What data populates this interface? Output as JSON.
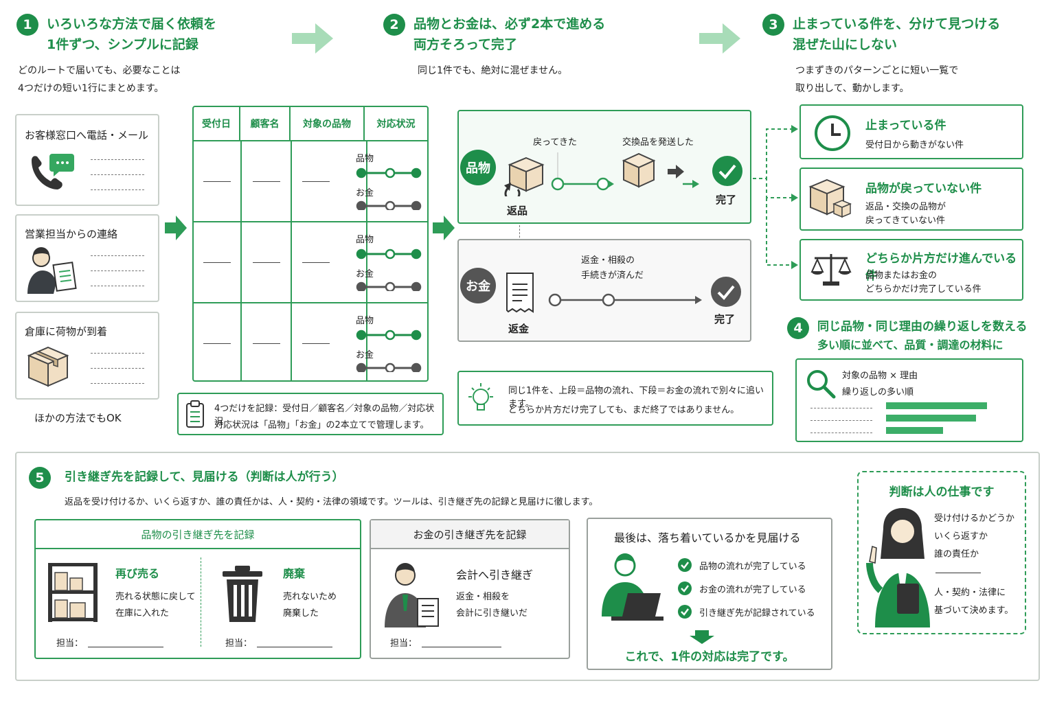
{
  "steps": [
    {
      "num": "1",
      "title1": "いろいろな方法で届く依頼を",
      "title2": "1件ずつ、シンプルに記録",
      "sub1": "どのルートで届いても、必要なことは",
      "sub2": "4つだけの短い1行にまとめます。"
    },
    {
      "num": "2",
      "title1": "品物とお金は、必ず2本で進める",
      "title2": "両方そろって完了",
      "sub1": "同じ1件でも、絶対に混ぜません。",
      "sub2": ""
    },
    {
      "num": "3",
      "title1": "止まっている件を、分けて見つける",
      "title2": "混ぜた山にしない",
      "sub1": "つまずきのパターンごとに短い一覧で",
      "sub2": "取り出して、動かします。"
    }
  ],
  "channels": [
    {
      "label": "お客様窓口へ電話・メール",
      "icon": "phone-chat-icon"
    },
    {
      "label": "営業担当からの連絡",
      "icon": "sales-person-icon"
    },
    {
      "label": "倉庫に荷物が到着",
      "icon": "package-icon"
    }
  ],
  "channels_other": "ほかの方法でもOK",
  "table": {
    "headers": [
      "受付日",
      "顧客名",
      "対象の品物",
      "対応状況"
    ],
    "status_goods": "品物",
    "status_money": "お金",
    "dash": "——"
  },
  "table_note": {
    "line1": "4つだけを記録：受付日／顧客名／対象の品物／対応状況",
    "line2": "対応状況は「品物」「お金」の2本立てで管理します。"
  },
  "flow": {
    "goods_tag": "品物",
    "goods_start": "返品",
    "goods_step1": "戻ってきた",
    "goods_step2": "交換品を発送した",
    "goods_done": "完了",
    "money_tag": "お金",
    "money_start": "返金",
    "money_step1a": "返金・相殺の",
    "money_step1b": "手続きが済んだ",
    "money_done": "完了"
  },
  "flow_note": {
    "line1": "同じ1件を、上段＝品物の流れ、下段＝お金の流れで別々に追います。",
    "line2": "どちらか片方だけ完了しても、まだ終了ではありません。"
  },
  "lists": [
    {
      "title": "止まっている件",
      "desc1": "受付日から動きがない件",
      "desc2": "",
      "icon": "clock-icon"
    },
    {
      "title": "品物が戻っていない件",
      "desc1": "返品・交換の品物が",
      "desc2": "戻ってきていない件",
      "icon": "boxes-icon"
    },
    {
      "title": "どちらか片方だけ進んでいる件",
      "desc1": "品物またはお金の",
      "desc2": "どちらかだけ完了している件",
      "icon": "scale-icon"
    }
  ],
  "step4": {
    "num": "4",
    "title1": "同じ品物・同じ理由の繰り返しを数える",
    "title2": "多い順に並べて、品質・調達の材料に",
    "card_line1": "対象の品物 × 理由",
    "card_line2": "繰り返しの多い順",
    "bars": [
      0.92,
      0.82,
      0.52
    ]
  },
  "step5": {
    "num": "5",
    "title": "引き継ぎ先を記録して、見届ける（判断は人が行う）",
    "sub": "返品を受け付けるか、いくら返すか、誰の責任かは、人・契約・法律の領域です。ツールは、引き継ぎ先の記録と見届けに徹します。",
    "goods_box_title": "品物の引き継ぎ先を記録",
    "resell_title": "再び売る",
    "resell_desc1": "売れる状態に戻して",
    "resell_desc2": "在庫に入れた",
    "dispose_title": "廃棄",
    "dispose_desc1": "売れないため",
    "dispose_desc2": "廃棄した",
    "owner_label": "担当：",
    "money_box_title": "お金の引き継ぎ先を記録",
    "accounting_title": "会計へ引き継ぎ",
    "accounting_desc1": "返金・相殺を",
    "accounting_desc2": "会計に引き継いだ",
    "final_title": "最後は、落ち着いているかを見届ける",
    "checks": [
      "品物の流れが完了している",
      "お金の流れが完了している",
      "引き継ぎ先が記録されている"
    ],
    "final_done": "これで、1件の対応は完了です。",
    "human_title": "判断は人の仕事です",
    "human_q1": "受け付けるかどうか",
    "human_q2": "いくら返すか",
    "human_q3": "誰の責任か",
    "human_a1": "人・契約・法律に",
    "human_a2": "基づいて決めます。"
  },
  "colors": {
    "accent": "#1e8e4a",
    "accent_light": "#8fd4a6",
    "gray": "#555555",
    "box_tan": "#f1dfc4"
  }
}
